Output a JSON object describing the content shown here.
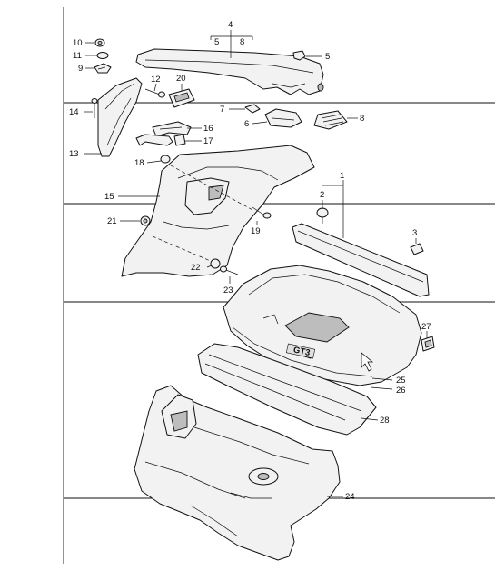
{
  "diagram": {
    "callouts": {
      "c1": "1",
      "c2": "2",
      "c3": "3",
      "c4": "4",
      "c5a": "5",
      "c8a": "8",
      "c5": "5",
      "c6": "6",
      "c7": "7",
      "c8": "8",
      "c9": "9",
      "c10": "10",
      "c11": "11",
      "c12": "12",
      "c13": "13",
      "c14": "14",
      "c15": "15",
      "c16": "16",
      "c17": "17",
      "c18": "18",
      "c19": "19",
      "c20": "20",
      "c21": "21",
      "c22": "22",
      "c23": "23",
      "c24": "24",
      "c25": "25",
      "c26": "26",
      "c27": "27",
      "c28": "28"
    },
    "badge_text": "GT3"
  }
}
